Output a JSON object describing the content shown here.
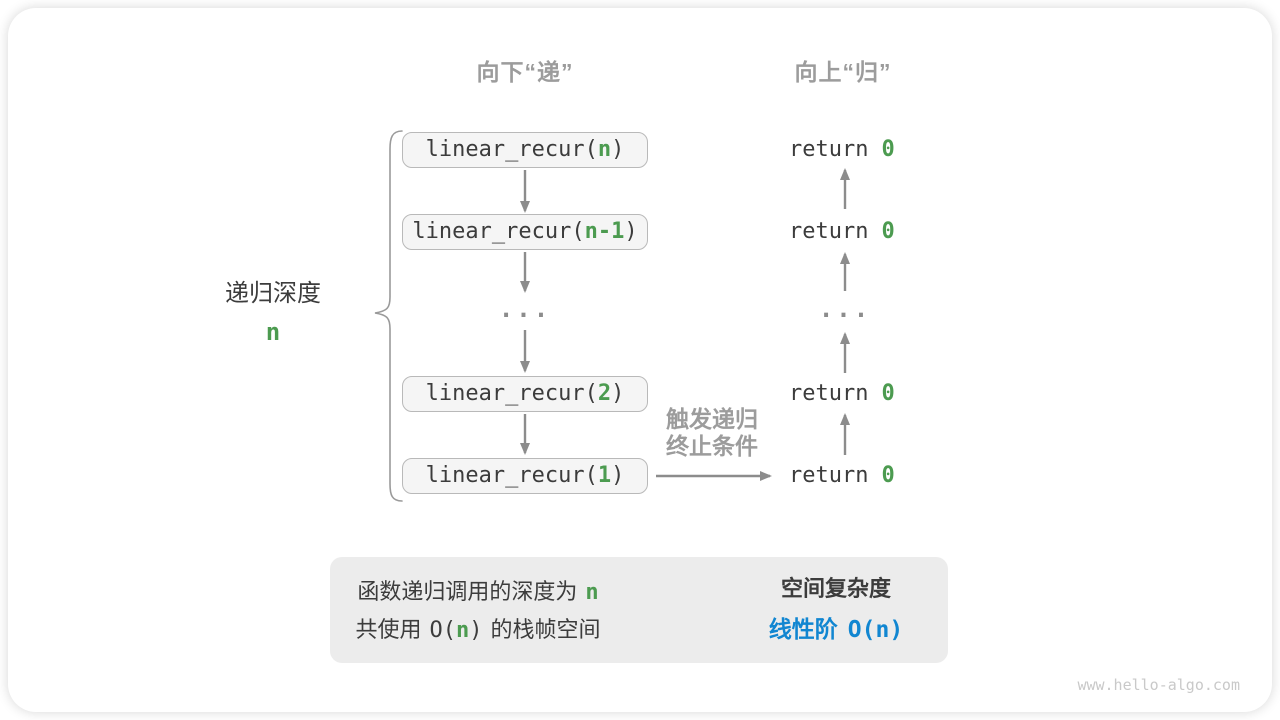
{
  "colors": {
    "green": "#4c9b50",
    "blue": "#1186d1",
    "heading_gray": "#9c9c9c",
    "dark": "#3c3c3c",
    "arrow_gray": "#8c8c8c",
    "block_arrow_gray": "#c3c3c3",
    "box_fill": "#f5f5f5",
    "box_border": "#b9b9b9",
    "summary_fill": "#ececec",
    "watermark_gray": "#c9c9c9"
  },
  "headers": {
    "descend": "向下“递”",
    "ascend": "向上“归”"
  },
  "depth_label": {
    "text": "递归深度",
    "value": "n"
  },
  "call_stack": [
    {
      "prefix": "linear_recur(",
      "arg": "n",
      "suffix": ")"
    },
    {
      "prefix": "linear_recur(",
      "arg": "n-1",
      "suffix": ")"
    },
    {
      "prefix": "linear_recur(",
      "arg": "2",
      "suffix": ")"
    },
    {
      "prefix": "linear_recur(",
      "arg": "1",
      "suffix": ")"
    }
  ],
  "ellipsis": "...",
  "returns": [
    {
      "keyword": "return",
      "value": "0"
    },
    {
      "keyword": "return",
      "value": "0"
    },
    {
      "keyword": "return",
      "value": "0"
    },
    {
      "keyword": "return",
      "value": "0"
    }
  ],
  "termination_label": {
    "line1": "触发递归",
    "line2": "终止条件"
  },
  "summary": {
    "line1": {
      "text": "函数递归调用的深度为",
      "var": "n"
    },
    "line2": {
      "pre": "共使用",
      "big_o_open": "O(",
      "var": "n",
      "big_o_close": ")",
      "post": "的栈帧空间"
    },
    "result_title": "空间复杂度",
    "result_label": "线性阶",
    "result_value": "O(n)"
  },
  "watermark": "www.hello-algo.com"
}
